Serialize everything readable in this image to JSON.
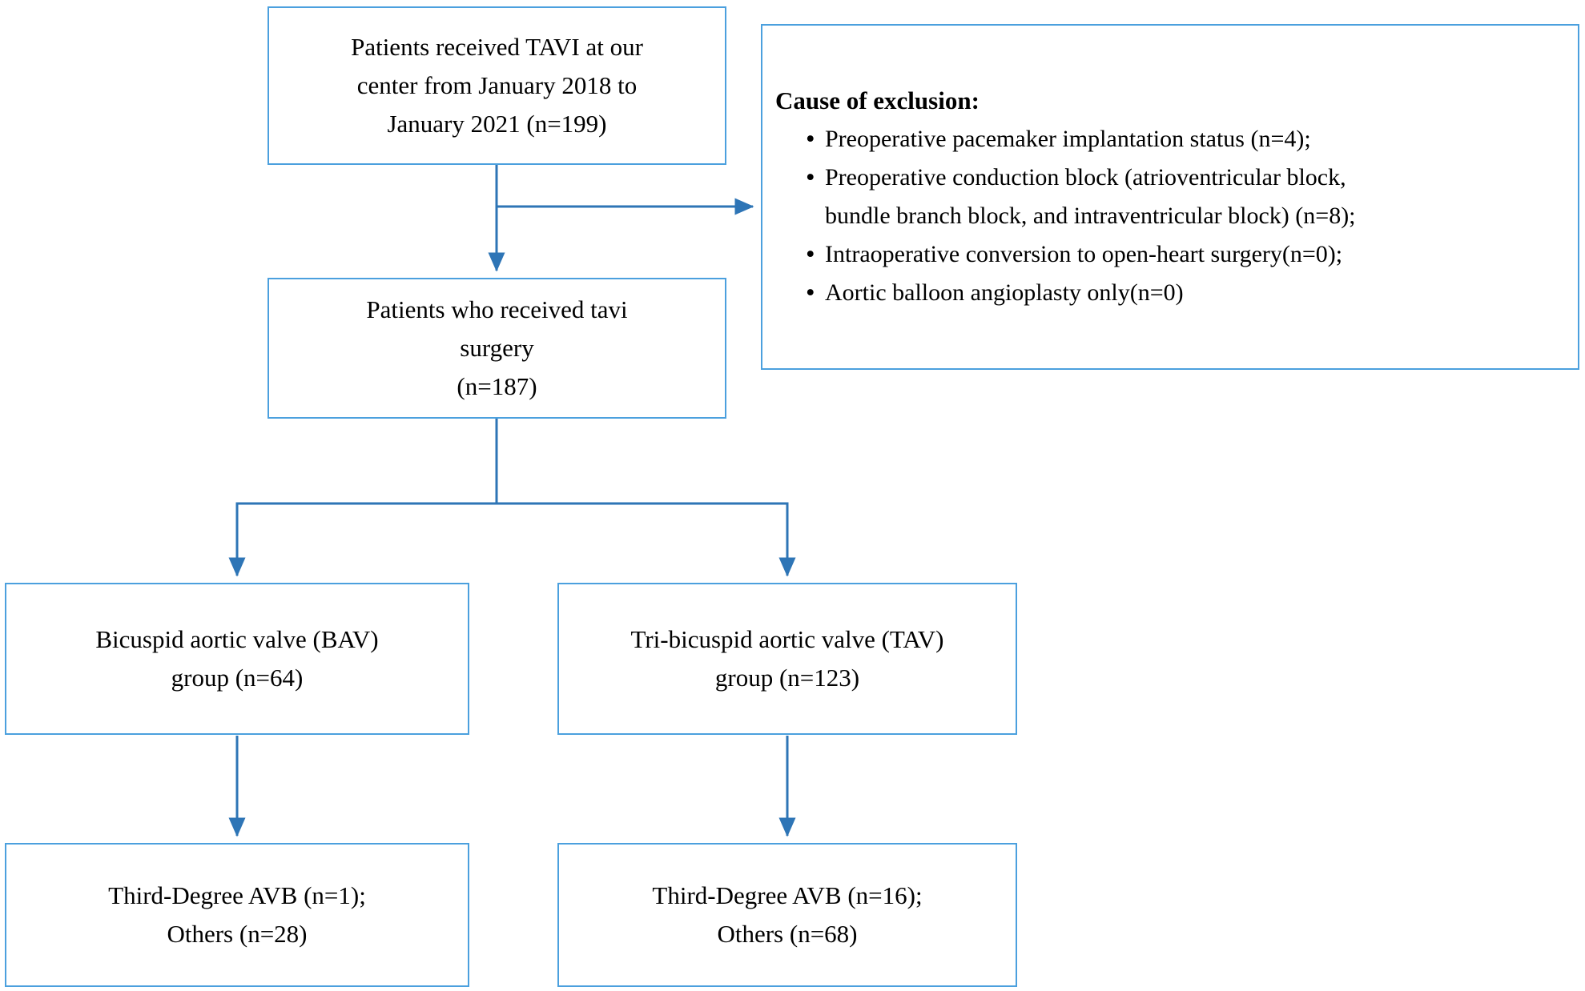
{
  "figure": {
    "type": "patient-flow-diagram",
    "background": "#ffffff"
  },
  "colors": {
    "box_border": "#4BA0DE",
    "connector": "#2E75B6",
    "text": "#000000"
  },
  "boxes": {
    "top": {
      "text": "Patients received TAVI at our\ncenter from January 2018 to\nJanuary 2021 (n=199)"
    },
    "surgery": {
      "text": "Patients who received tavi\nsurgery\n(n=187)"
    },
    "bav": {
      "text": "Bicuspid aortic valve (BAV)\ngroup (n=64)"
    },
    "tav": {
      "text": "Tri-bicuspid aortic valve (TAV)\ngroup (n=123)"
    },
    "bav_outcome": {
      "text": "Third-Degree AVB (n=1);\nOthers (n=28)"
    },
    "tav_outcome": {
      "text": "Third-Degree AVB (n=16);\nOthers (n=68)"
    }
  },
  "exclusion": {
    "title": "Cause of exclusion:",
    "bullet": "•",
    "items": [
      "Preoperative pacemaker implantation status (n=4);",
      "Preoperative conduction block (atrioventricular block,\nbundle branch block, and intraventricular block) (n=8);",
      "Intraoperative conversion to open-heart surgery(n=0);",
      "Aortic balloon angioplasty only(n=0)"
    ]
  }
}
